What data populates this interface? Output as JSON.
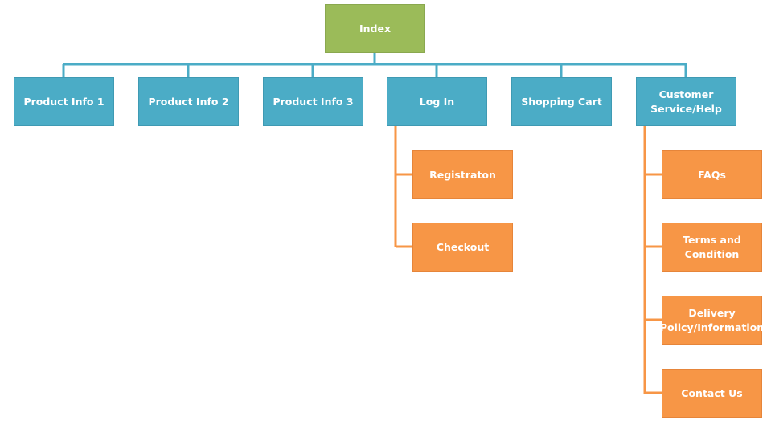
{
  "diagram": {
    "root": {
      "label": "Index"
    },
    "children": [
      {
        "label": "Product Info 1"
      },
      {
        "label": "Product Info 2"
      },
      {
        "label": "Product Info 3"
      },
      {
        "label": "Log In",
        "children": [
          {
            "label": "Registraton"
          },
          {
            "label": "Checkout"
          }
        ]
      },
      {
        "label": "Shopping Cart"
      },
      {
        "label": "Customer\nService/Help",
        "children": [
          {
            "label": "FAQs"
          },
          {
            "label": "Terms and\nCondition"
          },
          {
            "label": "Delivery\nPolicy/Information"
          },
          {
            "label": "Contact Us"
          }
        ]
      }
    ]
  },
  "colors": {
    "root_fill": "#9bbb59",
    "level1_fill": "#4bacc6",
    "level2_fill": "#f79646",
    "level1_connector": "#4bacc6",
    "level2_connector": "#f79646"
  }
}
